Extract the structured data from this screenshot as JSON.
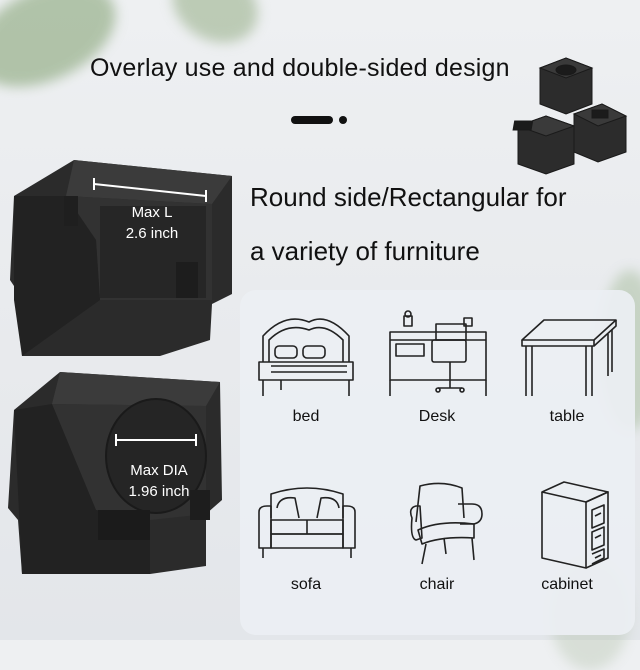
{
  "headline": "Overlay use and double-sided design",
  "features": [
    "Round side/Rectangular for",
    "a variety of  furniture"
  ],
  "dimensions": {
    "rect_name": "Max L",
    "rect_value": "2.6 inch",
    "round_name": "Max DIA",
    "round_value": "1.96 inch"
  },
  "furniture": [
    {
      "label": "bed",
      "icon": "bed-icon"
    },
    {
      "label": "Desk",
      "icon": "desk-icon"
    },
    {
      "label": "table",
      "icon": "table-icon"
    },
    {
      "label": "sofa",
      "icon": "sofa-icon"
    },
    {
      "label": "chair",
      "icon": "chair-icon"
    },
    {
      "label": "cabinet",
      "icon": "cabinet-icon"
    }
  ],
  "colors": {
    "block": "#2b2b2b",
    "text": "#111111",
    "panel": "#eceff3"
  }
}
